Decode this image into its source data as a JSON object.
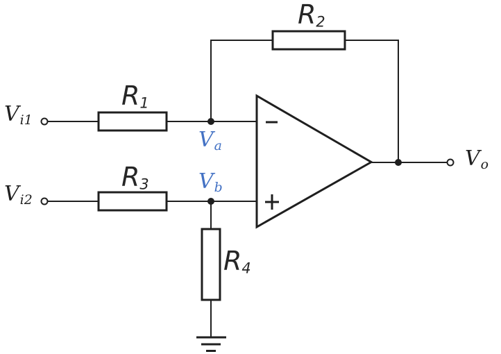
{
  "diagram": {
    "title": "op-amp differential amplifier circuit",
    "colors": {
      "background": "#ffffff",
      "line": "#1f1f1f",
      "node_label": "#4472C4"
    },
    "labels": {
      "vi1": {
        "base": "V",
        "sub": "i1"
      },
      "vi2": {
        "base": "V",
        "sub": "i2"
      },
      "vo": {
        "base": "V",
        "sub": "o"
      },
      "va": {
        "base": "V",
        "sub": "a"
      },
      "vb": {
        "base": "V",
        "sub": "b"
      },
      "r1": {
        "base": "R",
        "sub": "1"
      },
      "r2": {
        "base": "R",
        "sub": "2"
      },
      "r3": {
        "base": "R",
        "sub": "3"
      },
      "r4": {
        "base": "R",
        "sub": "4"
      }
    },
    "opamp": {
      "inverting_symbol": "minus",
      "noninverting_symbol": "plus"
    }
  }
}
